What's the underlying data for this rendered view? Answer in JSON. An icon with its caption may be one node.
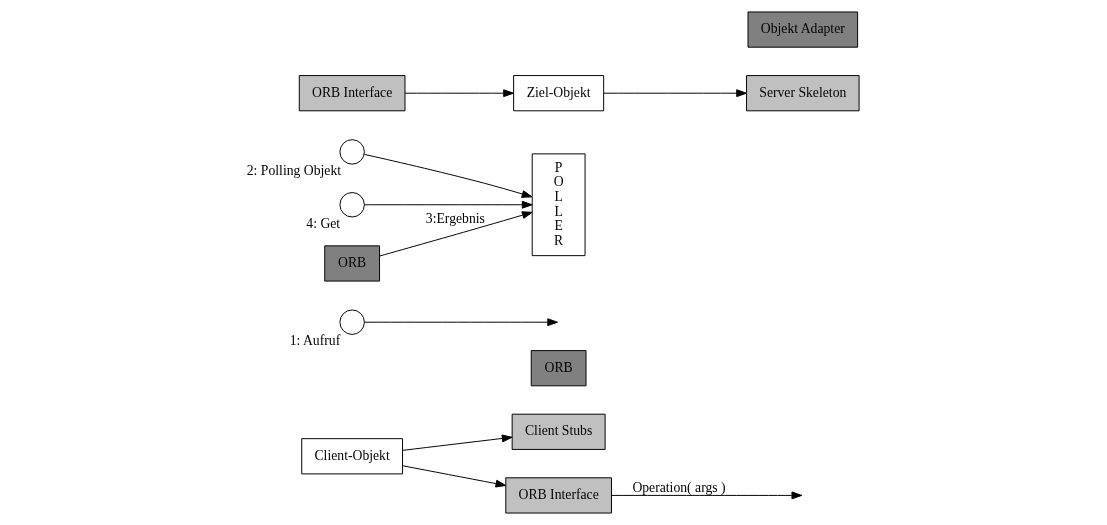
{
  "diagram": {
    "nodes": [
      {
        "text": [
          "Client-Objekt"
        ]
      },
      {
        "text": [
          "Client Stubs"
        ]
      },
      {
        "text": [
          "ORB Interface"
        ]
      },
      {
        "text": [
          "ORB"
        ]
      },
      {
        "text": [],
        "shape": "circle",
        "beside": [
          "1: Aufruf"
        ]
      },
      {
        "text": [
          "POLLER"
        ]
      },
      {
        "text": [],
        "shape": "circle",
        "beside": [
          "2: Polling Objekt"
        ]
      },
      {
        "text": [],
        "shape": "circle",
        "beside": [
          "4: Get"
        ]
      },
      {
        "text": [
          "Ziel-Objekt"
        ]
      },
      {
        "text": [
          "ORB Interface"
        ]
      },
      {
        "text": [
          "Server Skeleton"
        ]
      },
      {
        "text": [
          "Objekt Adapter"
        ]
      },
      {
        "text": [
          "ORB"
        ]
      }
    ],
    "edges": [
      {
        "from": 0,
        "to": 1,
        "arrow": "to"
      },
      {
        "from": 0,
        "to": 2,
        "arrow": "to"
      },
      {
        "from": 4,
        "to": null,
        "arrow": "to"
      },
      {
        "from": 2,
        "to": null,
        "label": "Operation( args )",
        "arrow": "to"
      },
      {
        "from": 6,
        "to": 5,
        "arrow": "to"
      },
      {
        "from": 7,
        "to": 5,
        "arrow": "to"
      },
      {
        "from": 12,
        "to": 5,
        "label": "3:Ergebnis",
        "arrow": "to"
      },
      {
        "from": 9,
        "to": 8,
        "arrow": "to"
      },
      {
        "from": 8,
        "to": 10,
        "arrow": "to"
      }
    ]
  }
}
